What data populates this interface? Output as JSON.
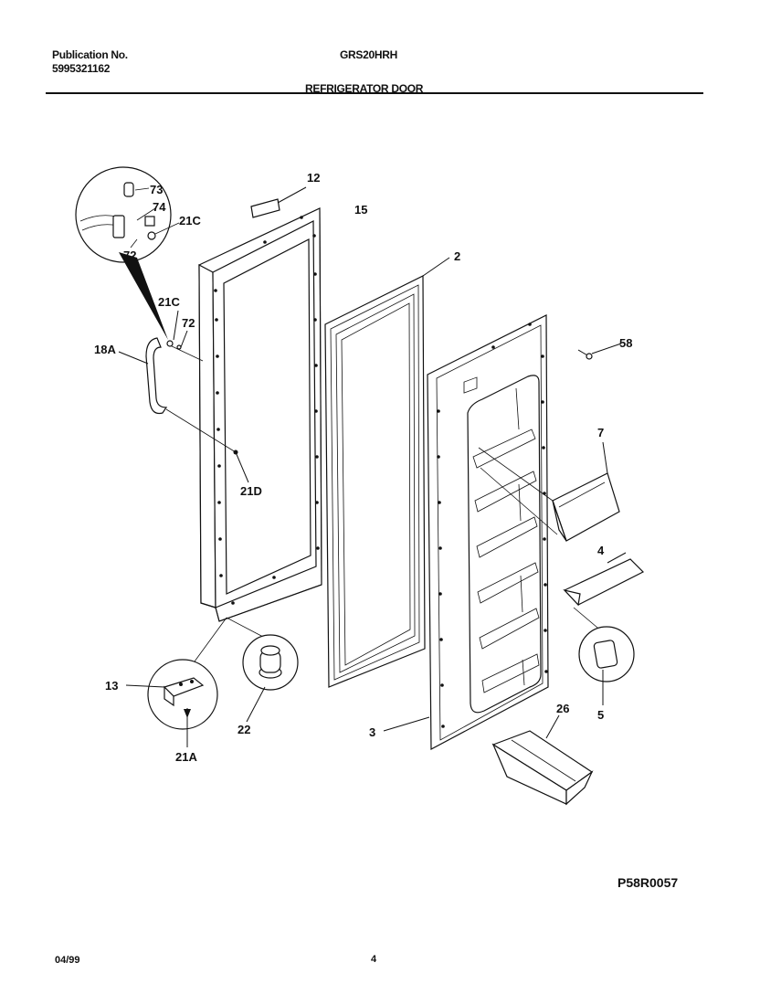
{
  "header": {
    "publication_label": "Publication No.",
    "publication_number": "5995321162",
    "model": "GRS20HRH",
    "section_title": "REFRIGERATOR DOOR"
  },
  "callouts": [
    {
      "id": "c-12",
      "text": "12"
    },
    {
      "id": "c-15",
      "text": "15"
    },
    {
      "id": "c-2",
      "text": "2"
    },
    {
      "id": "c-73",
      "text": "73"
    },
    {
      "id": "c-74",
      "text": "74"
    },
    {
      "id": "c-21c-a",
      "text": "21C"
    },
    {
      "id": "c-72-a",
      "text": "72"
    },
    {
      "id": "c-21c-b",
      "text": "21C"
    },
    {
      "id": "c-72-b",
      "text": "72"
    },
    {
      "id": "c-18a",
      "text": "18A"
    },
    {
      "id": "c-21d",
      "text": "21D"
    },
    {
      "id": "c-58",
      "text": "58"
    },
    {
      "id": "c-7",
      "text": "7"
    },
    {
      "id": "c-4",
      "text": "4"
    },
    {
      "id": "c-5",
      "text": "5"
    },
    {
      "id": "c-13",
      "text": "13"
    },
    {
      "id": "c-22",
      "text": "22"
    },
    {
      "id": "c-21a",
      "text": "21A"
    },
    {
      "id": "c-3",
      "text": "3"
    },
    {
      "id": "c-26",
      "text": "26"
    }
  ],
  "footer": {
    "figure_code": "P58R0057",
    "date": "04/99",
    "page": "4"
  }
}
